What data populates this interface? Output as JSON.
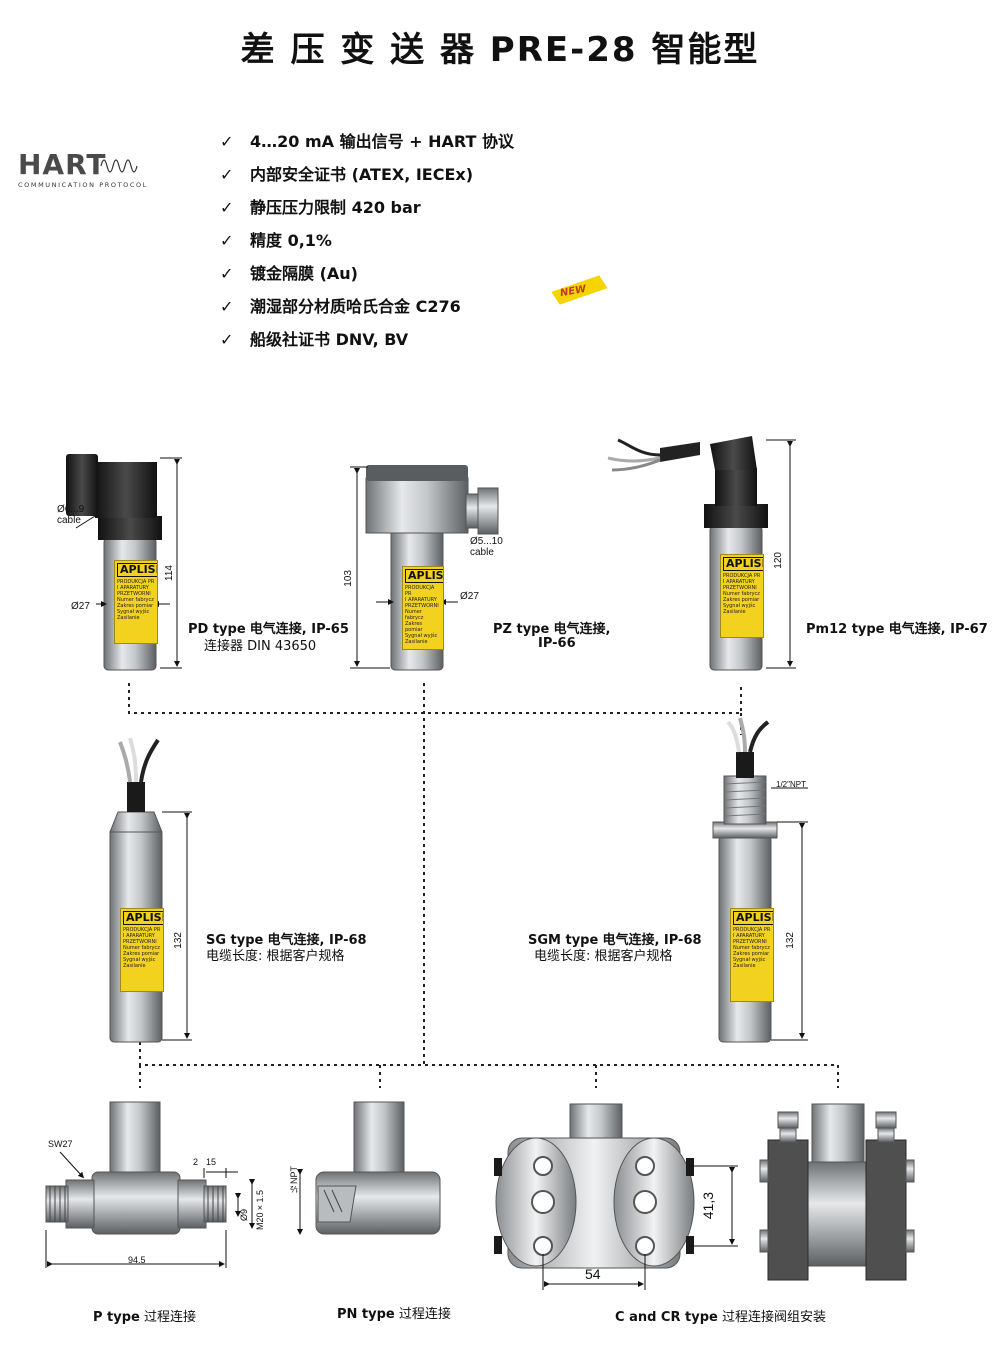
{
  "title": "差 压 变 送 器 PRE-28 智能型",
  "hart_logo": {
    "word": "HART",
    "subtitle": "COMMUNICATION PROTOCOL"
  },
  "features": [
    "4…20 mA 输出信号 + HART 协议",
    "内部安全证书 (ATEX, IECEx)",
    "静压压力限制 420 bar",
    "精度 0,1%",
    "镀金隔膜 (Au)",
    "潮湿部分材质哈氏合金 C276",
    "船级社证书 DNV, BV"
  ],
  "check_mark": "✓",
  "new_badge": "NEW",
  "colors": {
    "tag_yellow": "#f2d21f",
    "steel_dark": "#6f7275",
    "steel_light": "#e6e8ea",
    "connector_black": "#1e1e1e",
    "new_badge": "#f5d400"
  },
  "tag": {
    "brand": "APLISENS",
    "line1": "PRODUKCJA PR",
    "line2": "I APARATURY",
    "line3": "PRZETWORNI",
    "line4": "Numer fabrycz",
    "line5": "Zakres pomiar",
    "line6": "Sygnał wyjśc",
    "line7": "Zasilanie"
  },
  "devices": {
    "pd": {
      "type": "PD type",
      "desc": "电气连接, IP-65",
      "line2": "连接器 DIN 43650",
      "cable": "Ø6...9",
      "cable_word": "cable",
      "dia": "Ø27",
      "height": "114"
    },
    "pz": {
      "type": "PZ type",
      "desc": "电气连接,",
      "line2": "IP-66",
      "cable": "Ø5...10",
      "cable_word": "cable",
      "dia": "Ø27",
      "height": "103"
    },
    "pm12": {
      "type": "Pm12 type",
      "desc": "电气连接, IP-67",
      "height": "120"
    },
    "sg": {
      "type": "SG type",
      "desc": "电气连接, IP-68",
      "line2": "电缆长度: 根据客户规格",
      "height": "132"
    },
    "sgm": {
      "type": "SGM type",
      "desc": "电气连接, IP-68",
      "line2": "电缆长度: 根据客户规格",
      "height": "132",
      "thread": "1/2\"NPT"
    }
  },
  "process": {
    "p": {
      "type": "P type",
      "desc": "过程连接",
      "sw": "SW27",
      "d2": "2",
      "d15": "15",
      "d9": "Ø9",
      "thread": "M20×1.5",
      "length": "94.5"
    },
    "pn": {
      "type": "PN type",
      "desc": "过程连接",
      "thread": "½NPT"
    },
    "c": {
      "type": "C and CR type",
      "desc": "过程连接阀组安装",
      "w": "54",
      "h": "41,3"
    }
  }
}
